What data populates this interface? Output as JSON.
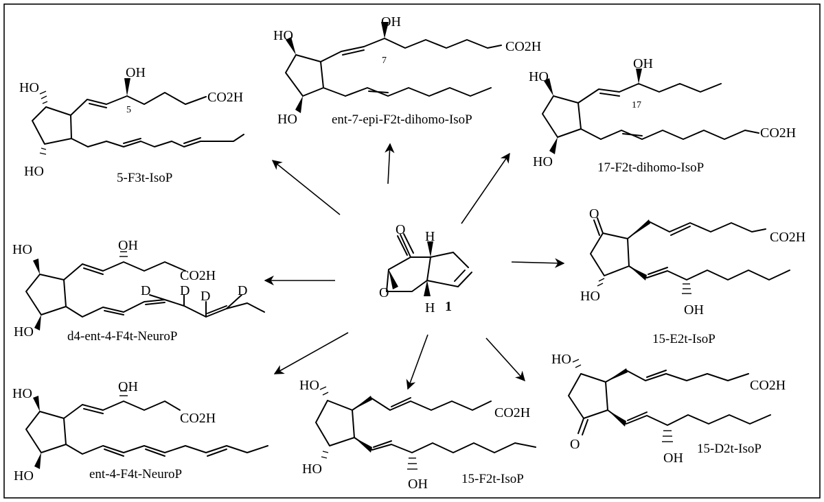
{
  "atoms": {
    "oh": "OH",
    "ho": "HO",
    "co2h": "CO2H",
    "o": "O",
    "h": "H",
    "d": "D"
  },
  "locants": {
    "c5": "5",
    "c7": "7",
    "c17": "17"
  },
  "compound_number": "1",
  "compounds": [
    {
      "name": "5-F3t-IsoP"
    },
    {
      "name": "ent-7-epi-F2t-dihomo-IsoP"
    },
    {
      "name": "17-F2t-dihomo-IsoP"
    },
    {
      "name": "15-E2t-IsoP"
    },
    {
      "name": "d4-ent-4-F4t-NeuroP"
    },
    {
      "name": "ent-4-F4t-NeuroP"
    },
    {
      "name": "15-F2t-IsoP"
    },
    {
      "name": "15-D2t-IsoP"
    }
  ]
}
